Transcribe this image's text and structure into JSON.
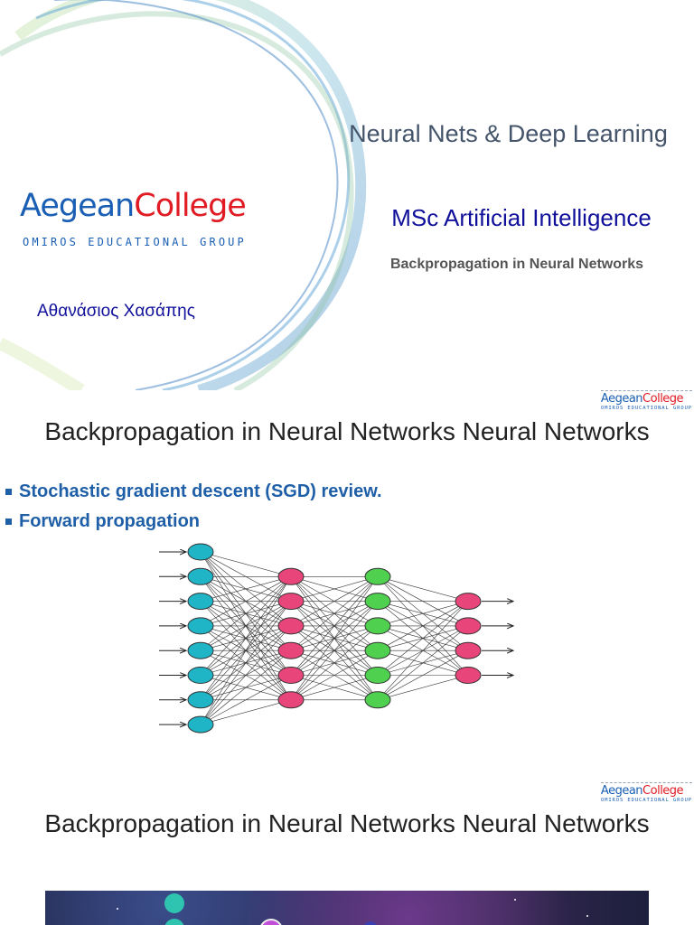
{
  "slide1": {
    "brand": {
      "part1": "Aegean",
      "part2": "College",
      "tagline": "OMIROS EDUCATIONAL GROUP"
    },
    "author": "Αθανάσιος Χασάπης",
    "course_title": "Neural Nets & Deep Learning",
    "program": "MSc Artificial Intelligence",
    "subtitle": "Backpropagation in Neural Networks"
  },
  "slide2": {
    "brand": {
      "part1": "Aegean",
      "part2": "College",
      "tagline": "OMIROS EDUCATIONAL GROUP"
    },
    "title": "Backpropagation in Neural Networks Neural Networks",
    "bullets": [
      "Stochastic gradient descent (SGD) review.",
      "Forward propagation"
    ]
  },
  "slide3": {
    "brand": {
      "part1": "Aegean",
      "part2": "College",
      "tagline": "OMIROS EDUCATIONAL GROUP"
    },
    "title": "Backpropagation in Neural Networks Neural Networks"
  },
  "colors": {
    "brand_blue": "#1a5fb4",
    "brand_red": "#e01b24",
    "input_nodes": "#1fb5c7",
    "hidden1_nodes": "#e8457a",
    "hidden2_nodes": "#4fd14f",
    "output_nodes": "#e8457a"
  },
  "network": {
    "layers": [
      8,
      6,
      6,
      4
    ]
  }
}
